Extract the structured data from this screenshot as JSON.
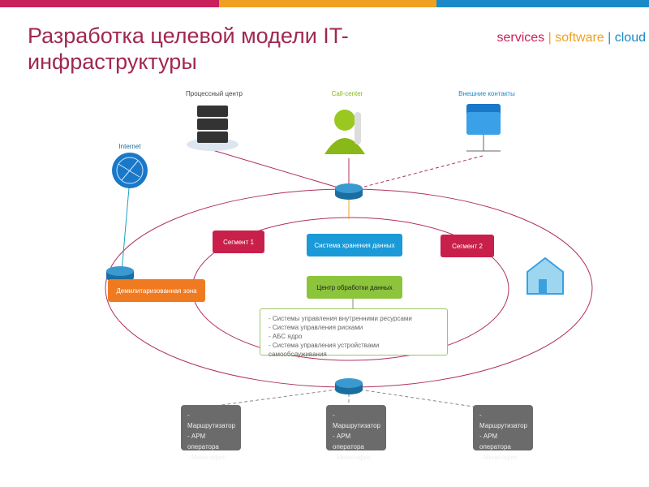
{
  "title": "Разработка целевой модели IT-инфраструктуры",
  "brand": {
    "services": "services",
    "software": "software",
    "cloud": "cloud",
    "separator": "|"
  },
  "nodes": {
    "processing": "Процессный центр",
    "callcenter": "Call-center",
    "external": "Внешние контакты",
    "internet": "Internet"
  },
  "boxes": {
    "segment1": "Сегмент 1",
    "storage": "Система хранения данных",
    "segment2": "Сегмент 2",
    "dmz": "Демилитаризованная зона",
    "datacenter": "Центр обработки данных"
  },
  "systems": [
    "- Системы управления внутренними ресурсами",
    "- Система управления рисками",
    "- АБС ядро",
    "- Система управления устройствами самообслуживания"
  ],
  "offices": [
    [
      "- Маршрутизатор",
      "- АРМ оператора",
      "- Мини-офис"
    ],
    [
      "- Маршрутизатор",
      "- АРМ оператора",
      "- Мини-офис"
    ],
    [
      "- Маршрутизатор",
      "- АРМ оператора",
      "- Мини-офис"
    ]
  ],
  "colors": {
    "pink": "#c8205a",
    "orange": "#f0a020",
    "blue": "#1a8ac8",
    "green": "#8cc43c",
    "dmz": "#f07a20",
    "segment": "#c8204a"
  }
}
